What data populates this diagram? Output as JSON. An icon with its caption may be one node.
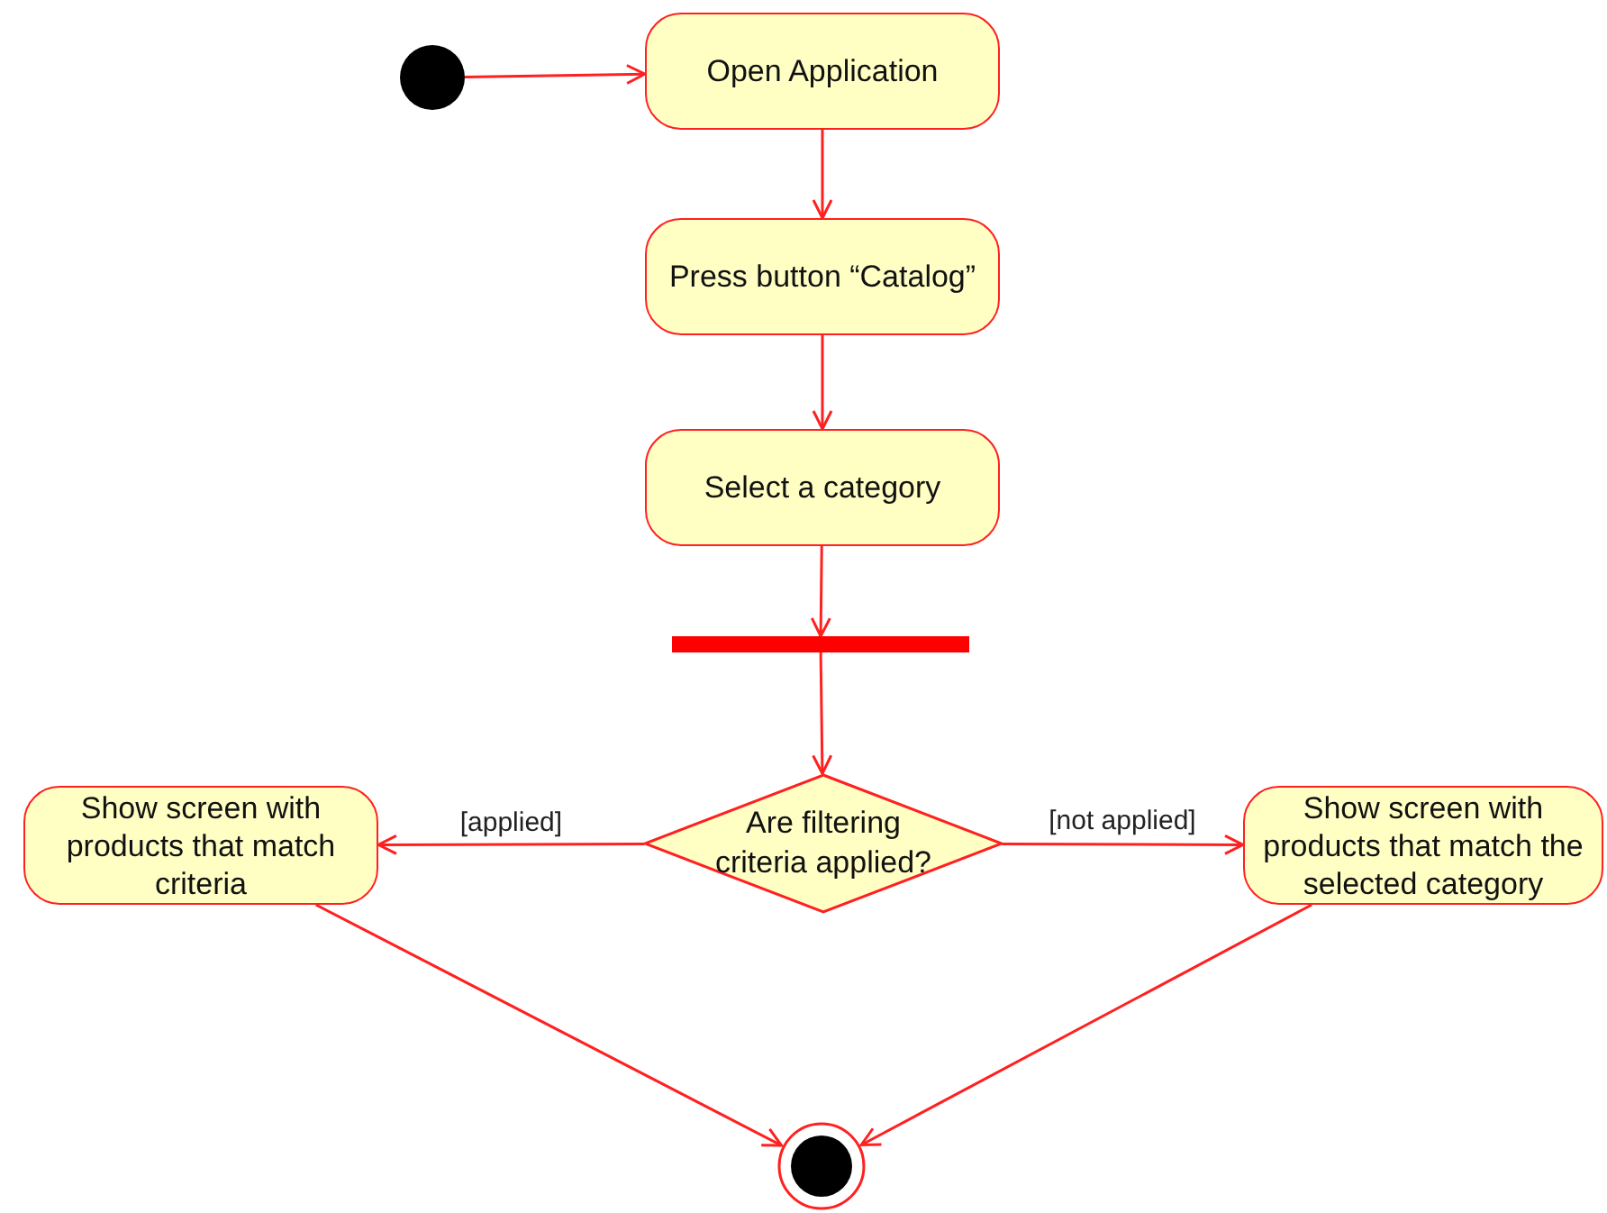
{
  "diagram": {
    "nodes": [
      {
        "text": [],
        "shape": "circle"
      },
      {
        "text": [
          "Open Application"
        ]
      },
      {
        "text": [
          "Press button “Catalog”"
        ]
      },
      {
        "text": [
          "Select a category"
        ]
      },
      {
        "text": [],
        "shape": "bar"
      },
      {
        "text": [
          "Are filtering criteria applied?"
        ]
      },
      {
        "text": [
          "Show screen with products that match criteria"
        ]
      },
      {
        "text": [
          "Show screen with products that match the selected category"
        ]
      },
      {
        "text": [],
        "shape": "circle"
      }
    ],
    "edges": [
      {
        "from": 0,
        "to": 1,
        "arrow": "to"
      },
      {
        "from": 1,
        "to": 2,
        "arrow": "to"
      },
      {
        "from": 2,
        "to": 3,
        "arrow": "to"
      },
      {
        "from": 3,
        "to": 4,
        "arrow": "to"
      },
      {
        "from": 4,
        "to": 5,
        "arrow": "to"
      },
      {
        "from": 5,
        "to": 6,
        "label": "[applied]",
        "arrow": "to"
      },
      {
        "from": 5,
        "to": 7,
        "label": "[not applied]",
        "arrow": "to"
      },
      {
        "from": 6,
        "to": 8,
        "arrow": "to"
      },
      {
        "from": 7,
        "to": 8,
        "arrow": "to"
      }
    ]
  }
}
